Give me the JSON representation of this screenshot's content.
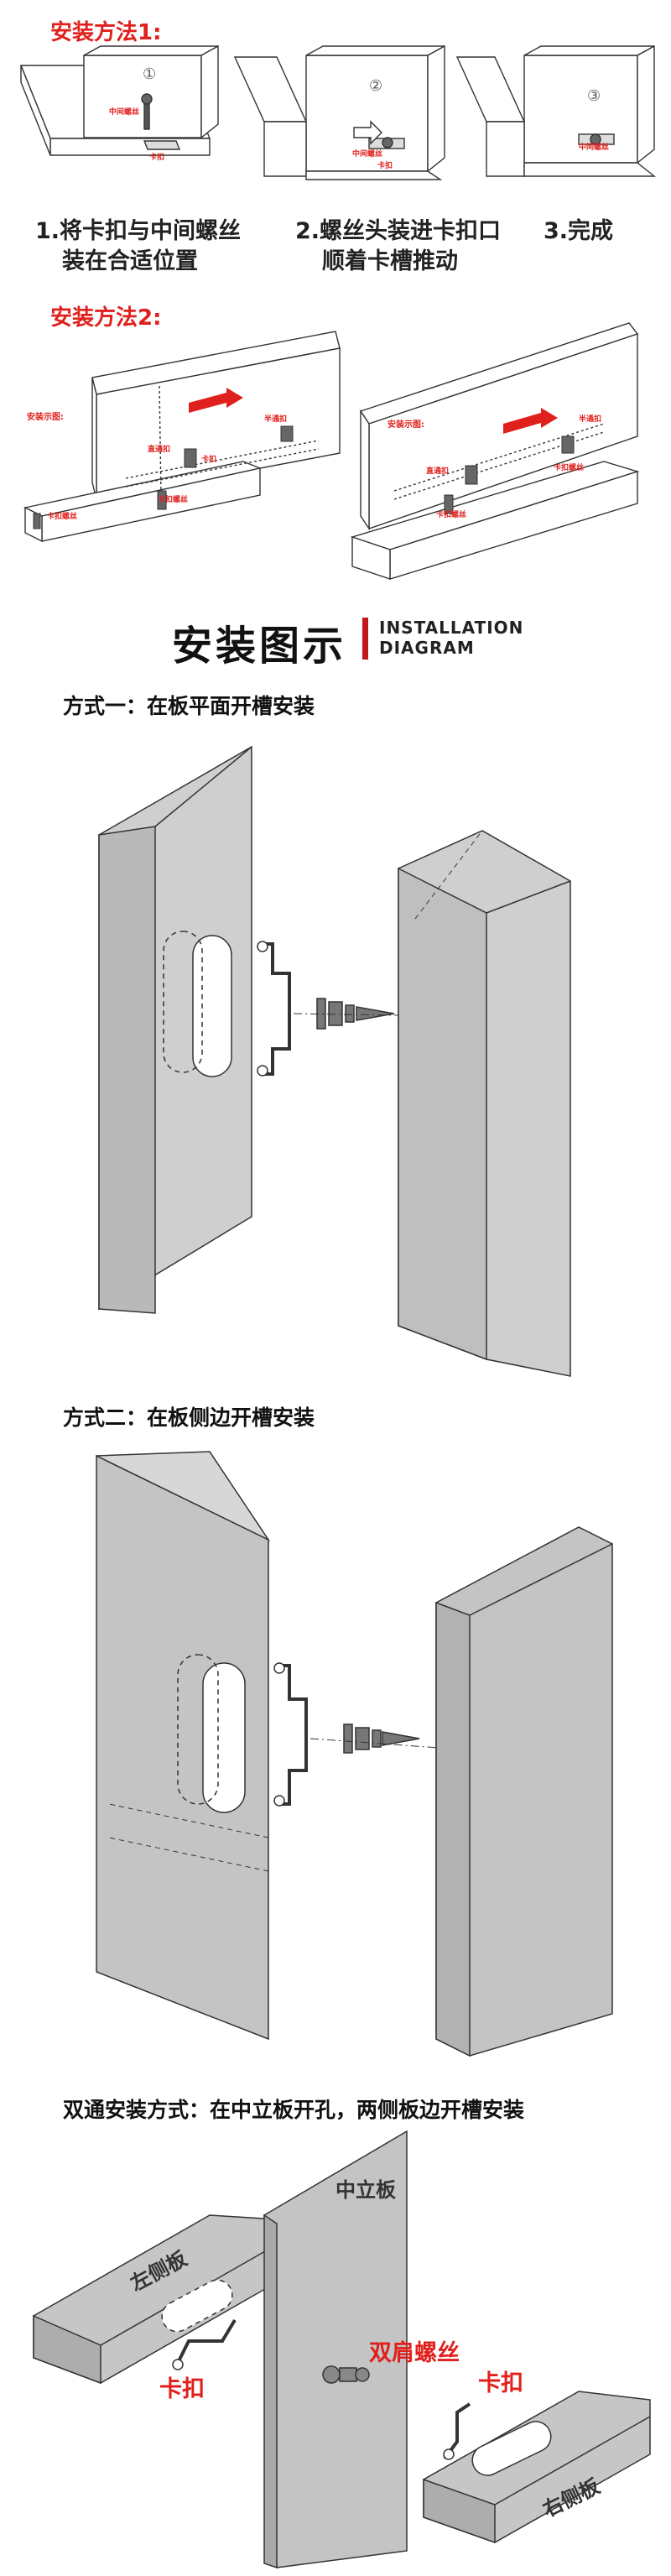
{
  "method1": {
    "title": "安装方法1:",
    "steps": [
      {
        "marker": "①",
        "labels": [
          "中间螺丝"
        ],
        "caption_lines": [
          "1.将卡扣与中间螺丝",
          "装在合适位置"
        ]
      },
      {
        "marker": "②",
        "labels": [
          "中间螺丝",
          "卡扣"
        ],
        "caption_lines": [
          "2.螺丝头装进卡扣口",
          "顺着卡槽推动"
        ]
      },
      {
        "marker": "③",
        "labels": [
          "中间螺丝"
        ],
        "caption_lines": [
          "3.完成"
        ]
      }
    ],
    "step1_clip_label": "卡扣"
  },
  "method2": {
    "title": "安装方法2:",
    "left": {
      "hint": "安装示图:",
      "labels": [
        "卡扣",
        "半通扣",
        "直通扣",
        "卡扣螺丝"
      ],
      "screw_label": "卡扣螺丝"
    },
    "right": {
      "hint": "安装示图:",
      "labels": [
        "半通扣",
        "直通扣",
        "卡扣螺丝",
        "卡扣螺丝"
      ]
    }
  },
  "banner": {
    "title": "安装图示",
    "en_line1": "INSTALLATION",
    "en_line2": "DIAGRAM"
  },
  "way1": {
    "heading": "方式一：在板平面开槽安装"
  },
  "way2": {
    "heading": "方式二：在板侧边开槽安装"
  },
  "way3": {
    "heading": "双通安装方式：在中立板开孔，两侧板边开槽安装",
    "left_panel": "左侧板",
    "middle_panel": "中立板",
    "right_panel": "右侧板",
    "clip_left": "卡扣",
    "screw": "双肩螺丝",
    "clip_right": "卡扣"
  },
  "colors": {
    "accent_red": "#e0201c",
    "panel_fill": "#c8c8c8",
    "panel_dark": "#a9a9a9",
    "line": "#333333"
  }
}
